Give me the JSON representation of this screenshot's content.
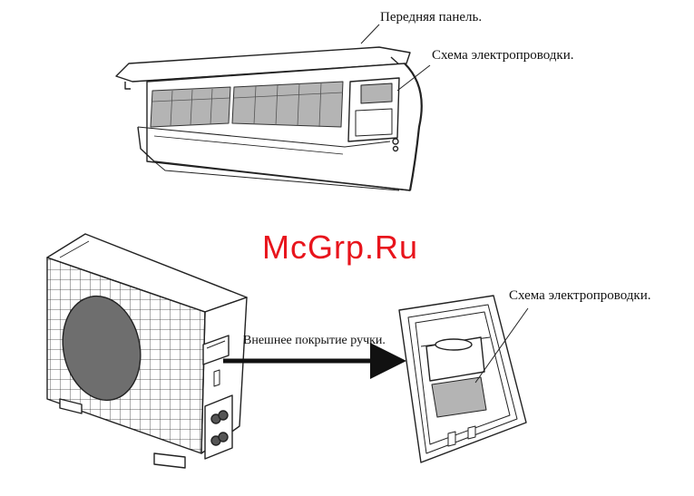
{
  "indoor": {
    "front_panel_label": "Передняя панель.",
    "wiring_label": "Схема электропроводки."
  },
  "outdoor": {
    "handle_cover_label": "Внешнее покрытие ручки.",
    "wiring_label": "Схема электропроводки."
  },
  "watermark": "McGrp.Ru",
  "colors": {
    "line": "#222222",
    "gray_panel": "#b4b4b4",
    "dark_fan": "#6e6e6e",
    "watermark": "#e8141c"
  }
}
